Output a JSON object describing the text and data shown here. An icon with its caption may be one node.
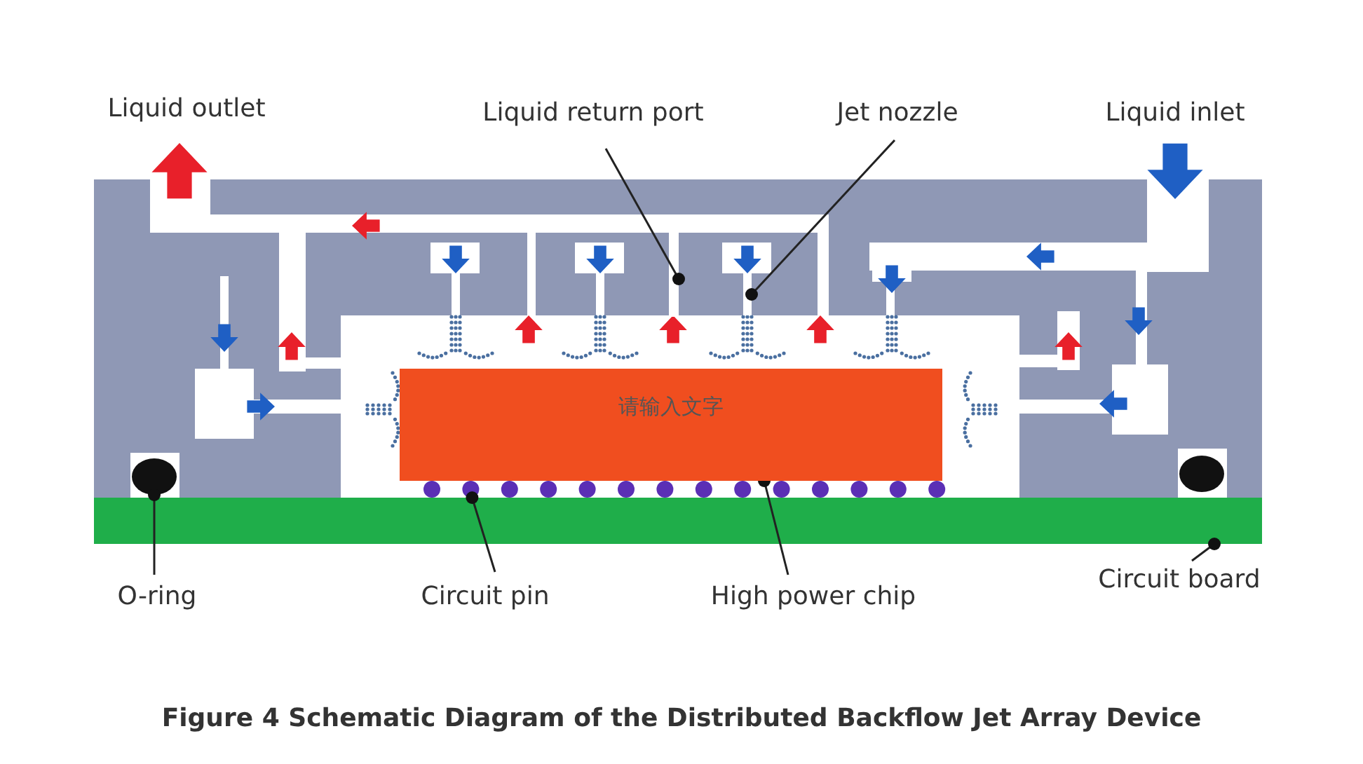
{
  "diagram": {
    "caption": "Figure 4 Schematic Diagram of the Distributed Backflow Jet Array Device",
    "nodes": [
      {
        "text": [
          "Liquid return port"
        ]
      },
      {
        "text": [
          "Jet nozzle"
        ]
      },
      {
        "text": [],
        "shape": "bar"
      },
      {
        "text": [],
        "shape": "bar"
      },
      {
        "text": [
          "请输入文字"
        ]
      },
      {
        "text": [],
        "shape": "circle"
      },
      {
        "text": [],
        "shape": "circle"
      },
      {
        "text": [],
        "shape": "bar"
      },
      {
        "text": [
          "O-ring"
        ]
      },
      {
        "text": [
          "Circuit pin"
        ]
      },
      {
        "text": [
          "High power chip"
        ]
      },
      {
        "text": [
          "Circuit board"
        ]
      },
      {
        "text": [],
        "shape": "circle"
      }
    ],
    "edges": [
      {
        "from": 0,
        "to": 2,
        "arrow": "other"
      },
      {
        "from": 1,
        "to": 3,
        "arrow": "other"
      },
      {
        "from": 10,
        "to": 4,
        "arrow": "other"
      },
      {
        "from": 8,
        "to": 5,
        "arrow": "other"
      },
      {
        "from": 9,
        "to": 6,
        "arrow": "other"
      },
      {
        "from": 11,
        "to": 7,
        "arrow": "other"
      }
    ],
    "labels": [
      "Liquid outlet",
      "Liquid inlet"
    ]
  }
}
